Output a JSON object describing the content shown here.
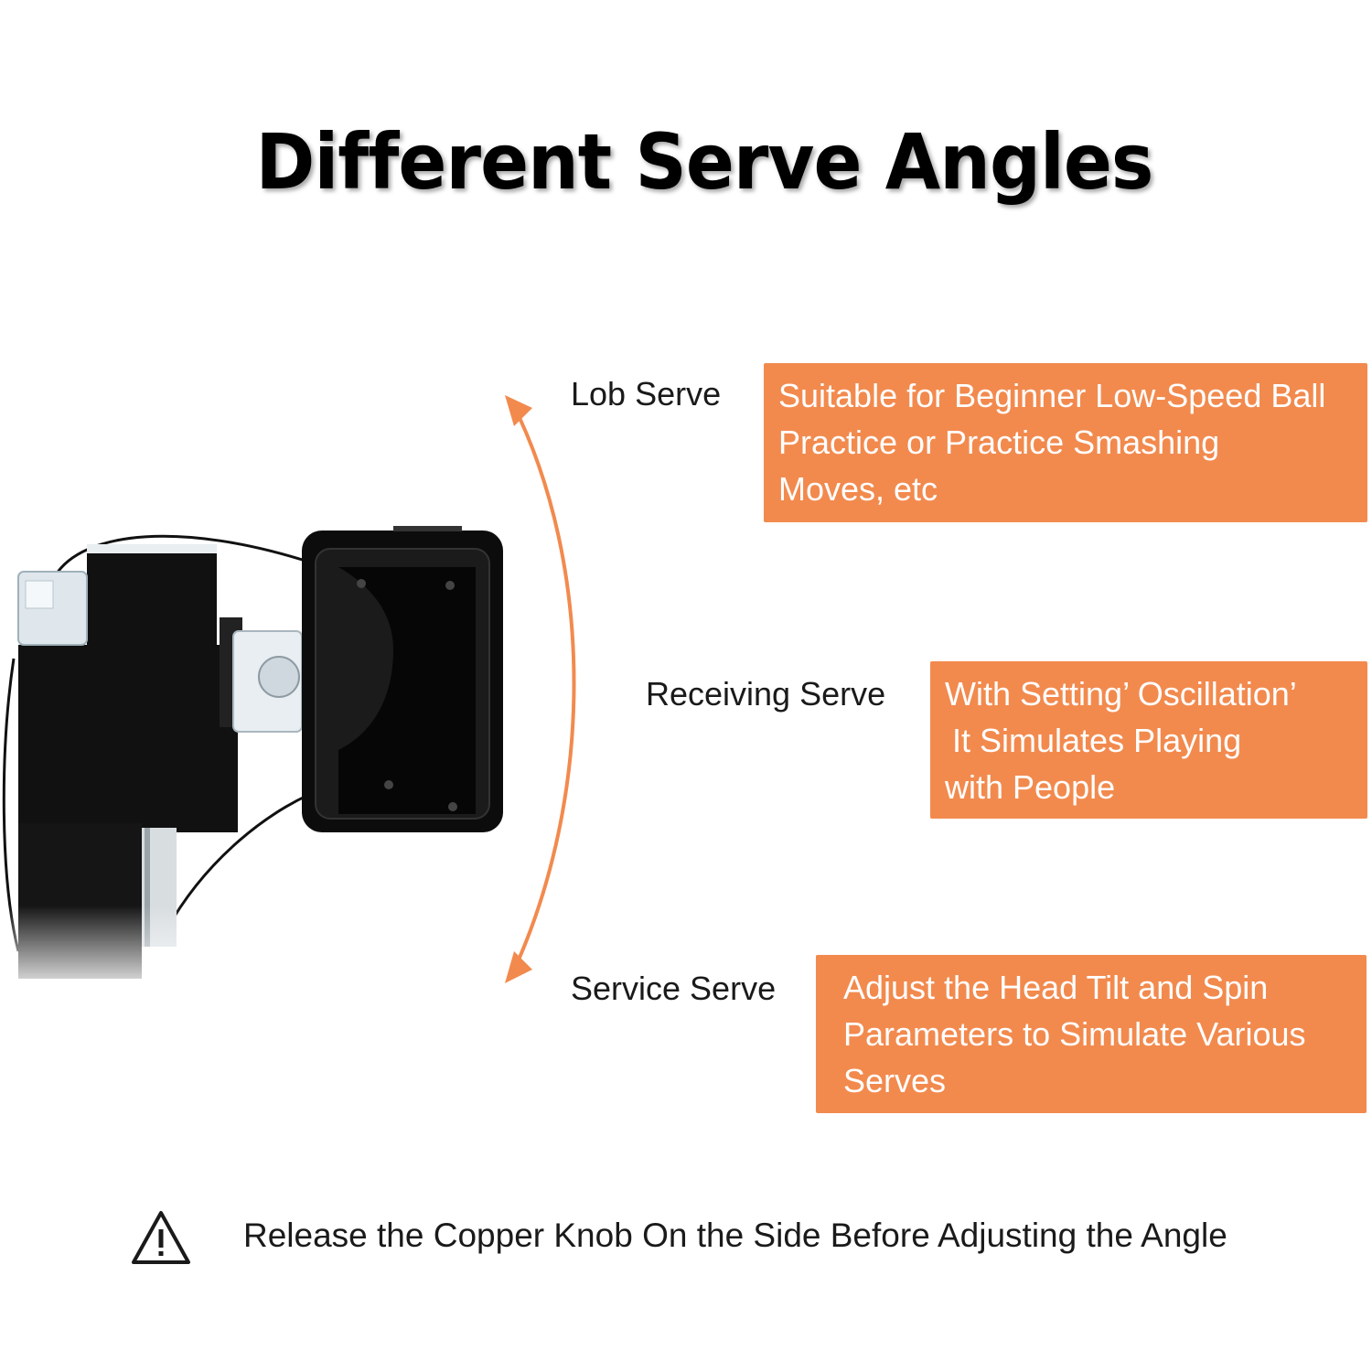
{
  "title": "Different Serve Angles",
  "colors": {
    "accent": "#f28a4e",
    "text": "#1a1a1a",
    "machine": "#111111"
  },
  "icons": {
    "warning": "warning-triangle-icon",
    "arc": "double-arrow-arc-icon"
  },
  "angles": [
    {
      "label": "Lob Serve",
      "description": [
        "Suitable for Beginner Low-Speed Ball",
        "Practice or Practice Smashing",
        "Moves, etc"
      ]
    },
    {
      "label": "Receiving Serve",
      "description": [
        "With Setting’ Oscillation’",
        "It Simulates Playing",
        "with People"
      ]
    },
    {
      "label": "Service Serve",
      "description": [
        "Adjust the Head Tilt and Spin",
        "Parameters to Simulate Various",
        "Serves"
      ]
    }
  ],
  "note": "Release the Copper Knob On the Side Before Adjusting the Angle"
}
